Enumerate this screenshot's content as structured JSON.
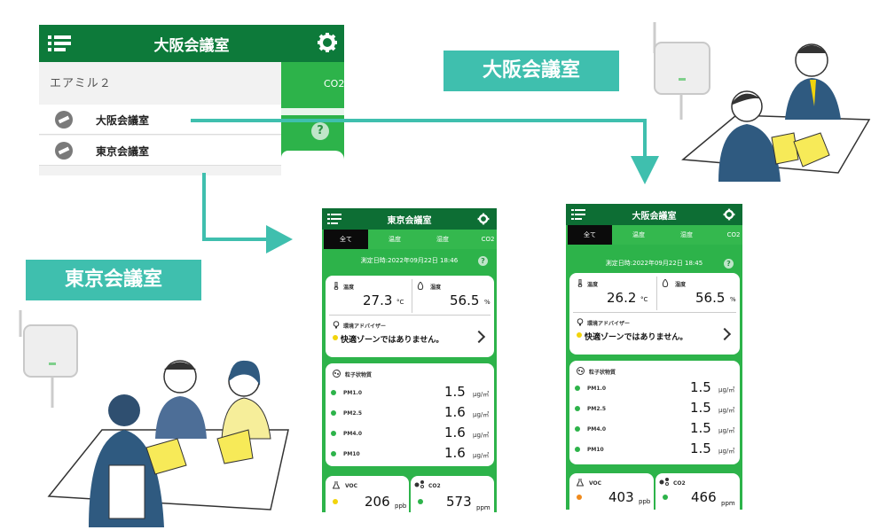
{
  "list_app": {
    "title": "大阪会議室",
    "side_tab": "CO2",
    "group_label": "エアミル２",
    "rooms": [
      "大阪会議室",
      "東京会議室"
    ]
  },
  "room_tags": {
    "osaka": "大阪会議室",
    "tokyo": "東京会議室"
  },
  "colors": {
    "header": "#0d6e34",
    "accent_green": "#2db34a",
    "tag_teal": "#3fbfae",
    "dot_green": "#2db34a",
    "dot_yellow": "#f2d40c",
    "dot_orange": "#f08a1c"
  },
  "phones": {
    "tokyo": {
      "title": "東京会議室",
      "tabs": [
        "全て",
        "温度",
        "湿度",
        "CO2"
      ],
      "timestamp": "測定日時:2022年09月22日 18:46",
      "temp_label": "温度",
      "temp_value": "27.3",
      "temp_unit": "°C",
      "hum_label": "湿度",
      "hum_value": "56.5",
      "hum_unit": "%",
      "advisor_label": "環境アドバイザー",
      "advisor_text": "快適ゾーンではありません。",
      "pm_title": "粒子状物質",
      "pm": [
        {
          "name": "PM1.0",
          "value": "1.5",
          "unit": "μg/㎥"
        },
        {
          "name": "PM2.5",
          "value": "1.6",
          "unit": "μg/㎥"
        },
        {
          "name": "PM4.0",
          "value": "1.6",
          "unit": "μg/㎥"
        },
        {
          "name": "PM10",
          "value": "1.6",
          "unit": "μg/㎥"
        }
      ],
      "voc_label": "VOC",
      "voc_value": "206",
      "voc_unit": "ppb",
      "co2_label": "CO2",
      "co2_value": "573",
      "co2_unit": "ppm"
    },
    "osaka": {
      "title": "大阪会議室",
      "tabs": [
        "全て",
        "温度",
        "湿度",
        "CO2"
      ],
      "timestamp": "測定日時:2022年09月22日 18:45",
      "temp_label": "温度",
      "temp_value": "26.2",
      "temp_unit": "°C",
      "hum_label": "湿度",
      "hum_value": "56.5",
      "hum_unit": "%",
      "advisor_label": "環境アドバイザー",
      "advisor_text": "快適ゾーンではありません。",
      "pm_title": "粒子状物質",
      "pm": [
        {
          "name": "PM1.0",
          "value": "1.5",
          "unit": "μg/㎥"
        },
        {
          "name": "PM2.5",
          "value": "1.5",
          "unit": "μg/㎥"
        },
        {
          "name": "PM4.0",
          "value": "1.5",
          "unit": "μg/㎥"
        },
        {
          "name": "PM10",
          "value": "1.5",
          "unit": "μg/㎥"
        }
      ],
      "voc_label": "VOC",
      "voc_value": "403",
      "voc_unit": "ppb",
      "co2_label": "CO2",
      "co2_value": "466",
      "co2_unit": "ppm"
    }
  }
}
